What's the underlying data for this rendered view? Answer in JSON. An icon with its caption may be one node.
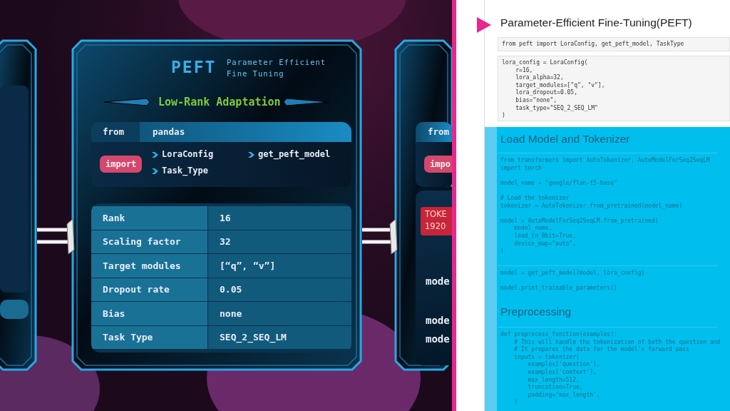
{
  "diagram": {
    "nodes": [
      {
        "text": [],
        "shape": "box"
      },
      {
        "text": [
          "PEFT",
          "Parameter Efficient Fine Tuning",
          "Low-Rank Adaptation"
        ]
      },
      {
        "text": [
          "from",
          "pandas"
        ],
        "in": 1
      },
      {
        "text": [
          "import",
          "LoraConfig",
          "get_peft_model",
          "Task_Type"
        ],
        "in": 1
      },
      {
        "text": [
          "Rank",
          "16",
          "Scaling factor",
          "32",
          "Target modules",
          "[“q”, “v”]",
          "Dropout rate",
          "0.05",
          "Bias",
          "none",
          "Task Type",
          "SEQ_2_SEQ_LM"
        ],
        "in": 1
      },
      {
        "text": [],
        "shape": "box"
      },
      {
        "text": [
          "from"
        ],
        "in": 5
      },
      {
        "text": [
          "impo"
        ],
        "in": 5
      },
      {
        "text": [
          "mode",
          "mode",
          "mode"
        ],
        "in": 5
      },
      {
        "text": [
          "TOKE",
          "1920"
        ],
        "in": 8
      },
      {
        "text": [
          "Parameter-Efficient Fine-Tuning(PEFT)"
        ]
      },
      {
        "text": [
          "from peft import LoraConfig, get_peft_model, TaskType"
        ],
        "in": 10
      },
      {
        "text": [
          "lora_config = LoraConfig(",
          "    r=16,",
          "    lora_alpha=32,",
          "    target_modules=[\"q\", \"v\"],",
          "    lora_dropout=0.05,",
          "    bias=\"none\",",
          "    task_type=\"SEQ_2_SEQ_LM\"",
          ")"
        ],
        "in": 10
      },
      {
        "text": [
          "Load Model and Tokenizer",
          "Preprocessing"
        ],
        "in": 10
      },
      {
        "text": [
          "from transformers import AutoTokenizer, AutoModelForSeq2SeqLM",
          "import torch",
          "model_name = \"google/flan-t5-base\"",
          "# Load the tokenizer",
          "tokenizer = AutoTokenizer.from_pretrained(model_name)",
          "model = AutoModelForSeq2SeqLM.from_pretrained(",
          "    model_name,",
          "    load_in_8bit=True,",
          "    device_map=\"auto\",",
          ")"
        ],
        "in": 13
      },
      {
        "text": [
          "model = get_peft_model(model, lora_config)",
          "model.print_trainable_parameters()"
        ],
        "in": 13
      },
      {
        "text": [
          "def preprocess_function(examples):",
          "    # This will handle the tokenization of both the question and",
          "    # It prepares the data for the model's forward pass",
          "    inputs = tokenizer(",
          "        examples['question'],",
          "        examples['context'],",
          "        max_length=512,",
          "        truncation=True,",
          "        padding='max_length',",
          "    )"
        ],
        "in": 13
      }
    ],
    "edges": [
      {
        "from": 0,
        "to": 1,
        "arrow": "other"
      },
      {
        "from": 1,
        "to": 5,
        "arrow": "other"
      }
    ]
  }
}
